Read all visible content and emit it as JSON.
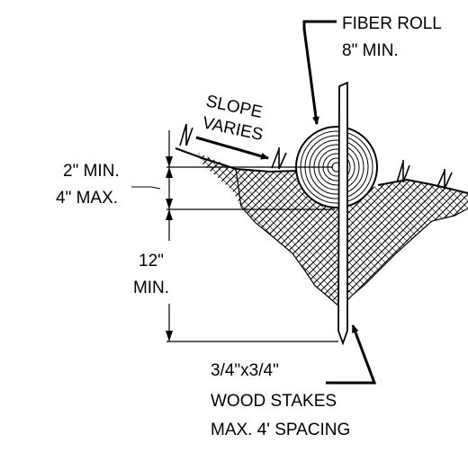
{
  "labels": {
    "fiber_roll_line1": "FIBER ROLL",
    "fiber_roll_line2": "8\" MIN.",
    "slope_line1": "SLOPE",
    "slope_line2": "VARIES",
    "depth_min": "2\" MIN.",
    "depth_max": "4\" MAX.",
    "trench_line1": "12\"",
    "trench_line2": "MIN.",
    "stake_line1": "3/4\"x3/4\"",
    "stake_line2": "WOOD STAKES",
    "stake_line3": "MAX. 4' SPACING"
  },
  "icons": {
    "vegetation": "grass-tuft-icon"
  },
  "colors": {
    "ink": "#000000",
    "background": "#ffffff"
  }
}
